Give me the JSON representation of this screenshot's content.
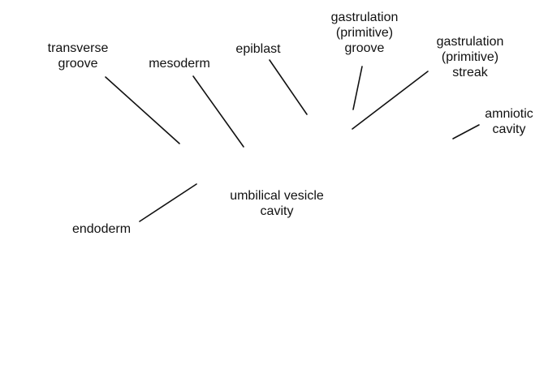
{
  "diagram": {
    "labels": {
      "transverse_groove": [
        "transverse",
        "groove"
      ],
      "mesoderm": [
        "mesoderm"
      ],
      "epiblast": [
        "epiblast"
      ],
      "gastrulation_groove": [
        "gastrulation",
        "(primitive)",
        "groove"
      ],
      "gastrulation_streak": [
        "gastrulation",
        "(primitive)",
        "streak"
      ],
      "amniotic_cavity": [
        "amniotic",
        "cavity"
      ],
      "umbilical_vesicle_cavity": [
        "umbilical vesicle",
        "cavity"
      ],
      "endoderm": [
        "endoderm"
      ]
    }
  }
}
